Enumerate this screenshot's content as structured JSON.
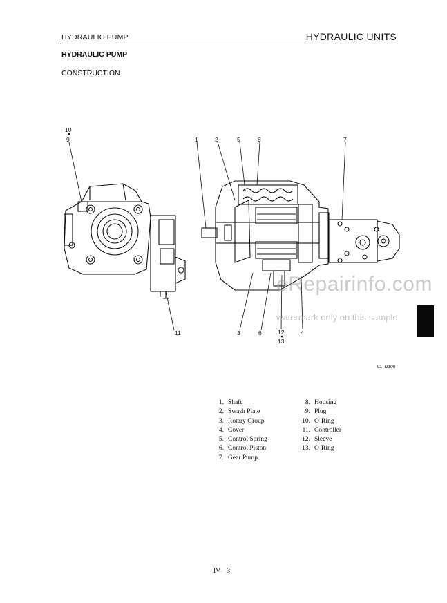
{
  "header": {
    "left": "HYDRAULIC PUMP",
    "right": "HYDRAULIC UNITS"
  },
  "section_title": "HYDRAULIC PUMP",
  "subsection": "CONSTRUCTION",
  "figure": {
    "code": "L1–D100",
    "callouts": {
      "c10": "10",
      "c9": "9",
      "c1": "1",
      "c2": "2",
      "c5": "5",
      "c8": "8",
      "c7": "7",
      "c11": "11",
      "c3": "3",
      "c6": "6",
      "c12": "12",
      "c13": "13",
      "c4": "4"
    }
  },
  "legend": {
    "left": [
      {
        "num": "1.",
        "label": "Shaft"
      },
      {
        "num": "2.",
        "label": "Swash Plate"
      },
      {
        "num": "3.",
        "label": "Rotary Group"
      },
      {
        "num": "4.",
        "label": "Cover"
      },
      {
        "num": "5.",
        "label": "Control Spring"
      },
      {
        "num": "6.",
        "label": "Control Piston"
      },
      {
        "num": "7.",
        "label": "Gear Pump"
      }
    ],
    "right": [
      {
        "num": "8.",
        "label": "Housing"
      },
      {
        "num": "9.",
        "label": "Plug"
      },
      {
        "num": "10.",
        "label": "O-Ring"
      },
      {
        "num": "11.",
        "label": "Controller"
      },
      {
        "num": "12.",
        "label": "Sleeve"
      },
      {
        "num": "13.",
        "label": "O-Ring"
      }
    ]
  },
  "watermark": {
    "main": "eRepairinfo.com",
    "sub": "watermark only on this sample"
  },
  "page_number": "IV – 3"
}
